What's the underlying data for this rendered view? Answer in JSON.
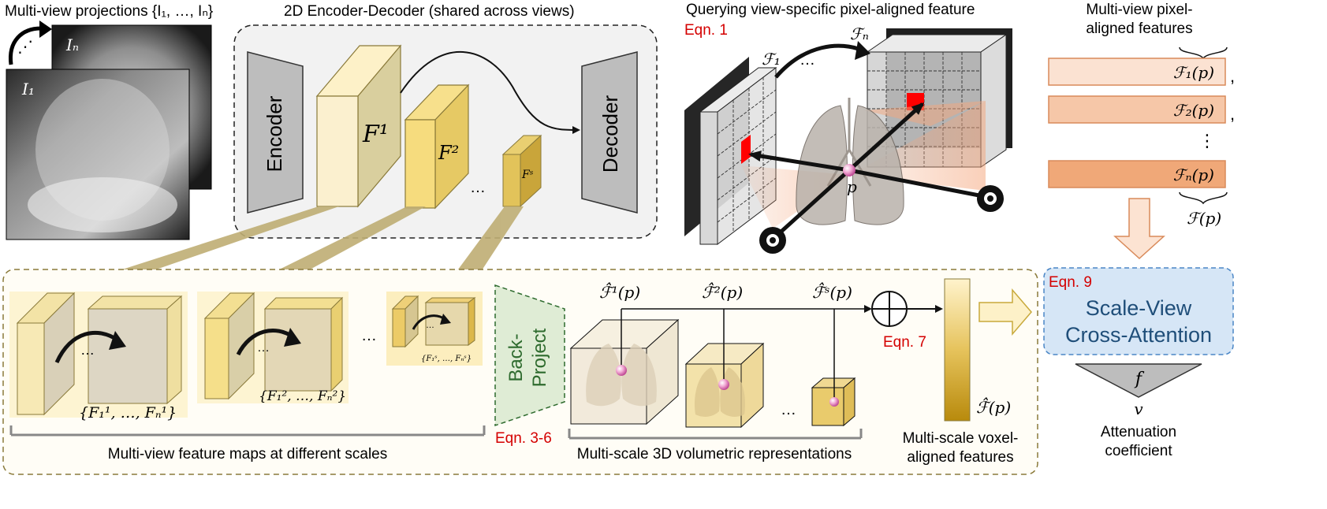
{
  "projections": {
    "title": "Multi-view projections {I₁, …, Iₙ}",
    "first": "I₁",
    "last": "Iₙ",
    "dots": "⋰"
  },
  "encoder_decoder": {
    "title": "2D Encoder-Decoder (shared across views)",
    "encoder": "Encoder",
    "decoder": "Decoder",
    "f1": "F¹",
    "f2": "F²",
    "fs": "Fˢ",
    "ellipsis": "…"
  },
  "query": {
    "title": "Querying view-specific pixel-aligned feature",
    "eqn": "Eqn. 1",
    "f_1": "ℱ₁",
    "f_n": "ℱₙ",
    "point": "p",
    "dots": "…"
  },
  "pixel_features": {
    "title_line1": "Multi-view pixel-",
    "title_line2": "aligned features",
    "rows": [
      "ℱ₁(p)",
      "ℱ₂(p)",
      "ℱₙ(p)"
    ],
    "comma": ",",
    "vdots": "⋮",
    "combined": "ℱ(p)"
  },
  "feature_maps": {
    "set1": "{F₁¹, …, Fₙ¹}",
    "set2": "{F₁², …, Fₙ²}",
    "sets": "{F₁ˢ, …, Fₙˢ}",
    "ellipsis": "…",
    "caption": "Multi-view feature maps at different scales"
  },
  "back_project": {
    "line1": "Back-",
    "line2": "Project",
    "eqn": "Eqn. 3-6"
  },
  "volumes": {
    "f1_hat": "ℱ̂¹(p)",
    "f2_hat": "ℱ̂²(p)",
    "fs_hat": "ℱ̂ˢ(p)",
    "ellipsis": "…",
    "caption": "Multi-scale 3D volumetric representations",
    "sum_eqn": "Eqn. 7"
  },
  "voxel_features": {
    "symbol": "ℱ̂(p)",
    "caption_line1": "Multi-scale voxel-",
    "caption_line2": "aligned features"
  },
  "attention": {
    "eqn": "Eqn. 9",
    "line1": "Scale-View",
    "line2": "Cross-Attention",
    "func": "f",
    "output": "v",
    "out_line1": "Attenuation",
    "out_line2": "coefficient"
  },
  "colors": {
    "accent_red": "#d40000",
    "attention_blue": "#1f4e79",
    "feature_gold": "#c8a93c",
    "back_project_green": "#2e6b2e"
  }
}
